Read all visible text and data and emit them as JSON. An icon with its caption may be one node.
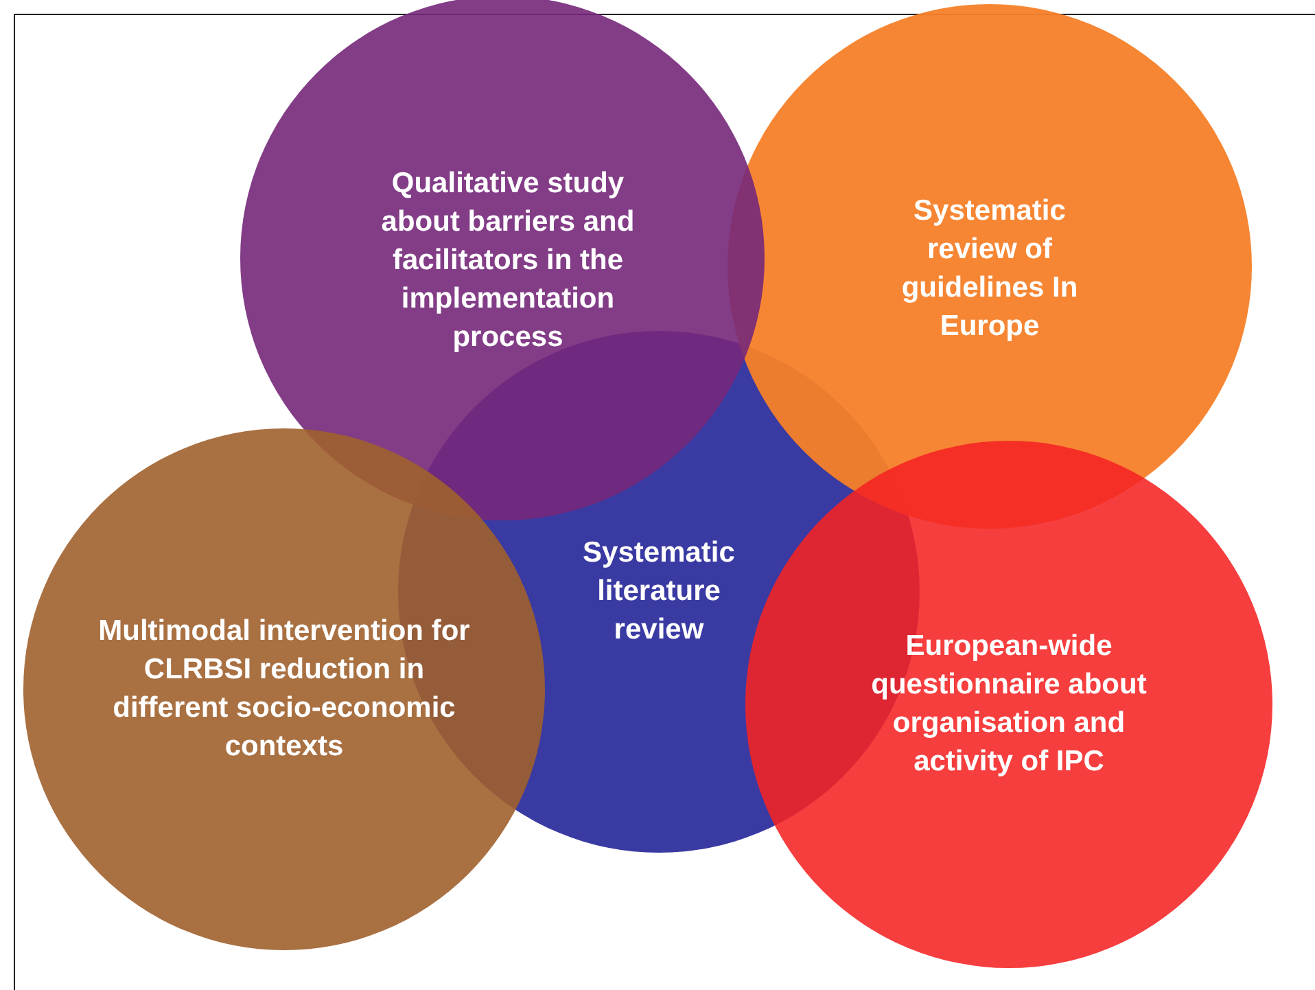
{
  "diagram": {
    "nodes": [
      {
        "text": [
          "Qualitative study about barriers and facilitators in the implementation process"
        ]
      },
      {
        "text": [
          "Systematic review of guidelines In Europe"
        ]
      },
      {
        "text": [
          "Systematic literature review"
        ]
      },
      {
        "text": [
          "Multimodal intervention for CLRBSI reduction in different socio-economic contexts"
        ]
      },
      {
        "text": [
          "European-wide questionnaire about organisation and activity of IPC"
        ]
      }
    ],
    "edges": []
  }
}
